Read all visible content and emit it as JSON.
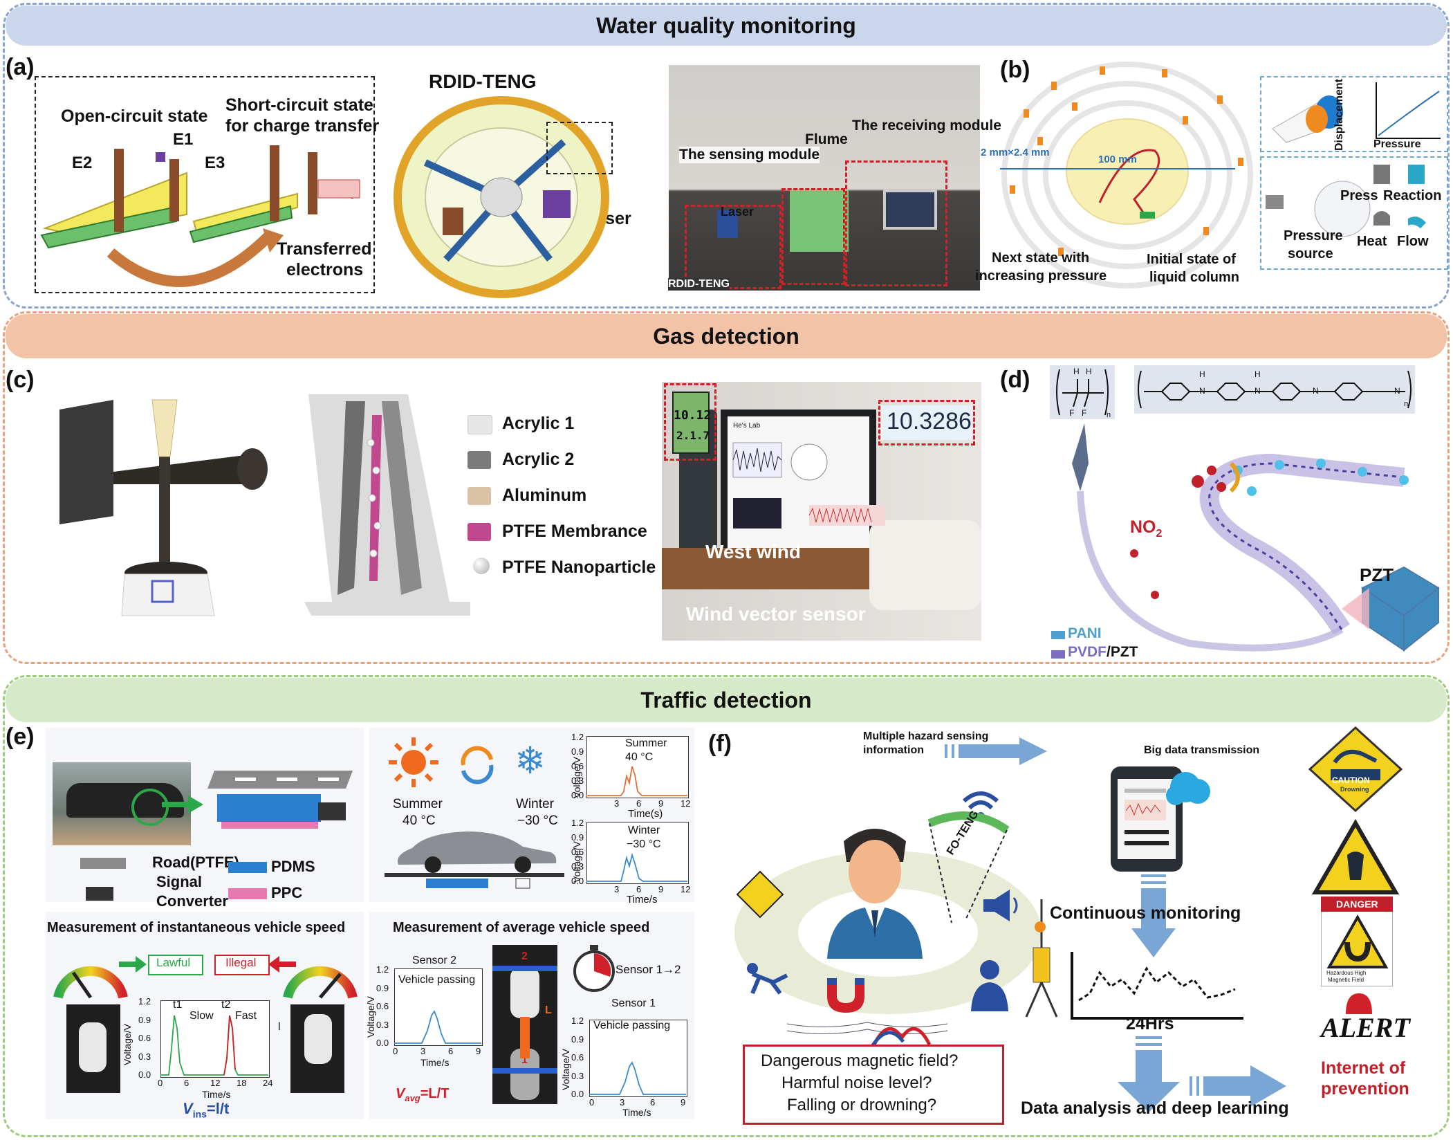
{
  "sections": {
    "water": "Water quality monitoring",
    "gas": "Gas detection",
    "traffic": "Traffic detection"
  },
  "panels": {
    "a": "(a)",
    "b": "(b)",
    "c": "(c)",
    "d": "(d)",
    "e": "(e)",
    "f": "(f)"
  },
  "a": {
    "title": "RDID-TENG",
    "open": "Open-circuit state",
    "short1": "Short-circuit state",
    "short2": "for charge transfer",
    "e1": "E1",
    "e2": "E2",
    "e3": "E3",
    "i": "I",
    "transferred1": "Transferred",
    "transferred2": "electrons",
    "laser": "Laser",
    "photo": {
      "receiving": "The receiving module",
      "flume": "Flume",
      "sensing": "The sensing module",
      "laser": "Laser",
      "rdid": "RDID-TENG"
    }
  },
  "b": {
    "dim1": "2 mm×2.4 mm",
    "dim2": "100 mm",
    "next1": "Next state with",
    "next2": "increasing pressure",
    "init1": "Initial state of",
    "init2": "liquid column",
    "displacement": "Displacement",
    "pressure": "Pressure",
    "press": "Press",
    "reaction": "Reaction",
    "psource1": "Pressure",
    "psource2": "source",
    "heat": "Heat",
    "flow": "Flow"
  },
  "c": {
    "legend": [
      "Acrylic 1",
      "Acrylic 2",
      "Aluminum",
      "PTFE Membrance",
      "PTFE Nanoparticle"
    ],
    "legend_colors": [
      "#e6e6e6",
      "#7a7a7a",
      "#d9c2a6",
      "#c0488f",
      "#f2f2f2"
    ],
    "reading": "10.3286",
    "lcd1": "10.12",
    "lcd2": "2.1.7",
    "west": "West wind",
    "sensor": "Wind vector sensor",
    "screen_title": "He's Lab"
  },
  "d": {
    "no2": "NO",
    "no2_sub": "2",
    "pzt": "PZT",
    "pani": "PANI",
    "pvdf": "PVDF",
    "pvdf_rest": "/PZT",
    "h": "H",
    "f": "F",
    "n": "n",
    "nn": "N"
  },
  "e": {
    "road": "Road(PTFE)",
    "signal1": "Signal",
    "signal2": "Converter",
    "pdms": "PDMS",
    "ppc": "PPC",
    "summer": "Summer",
    "summer_t": "40 °C",
    "winter": "Winter",
    "winter_t": "−30 °C",
    "voltage": "Voltage/V",
    "time_s": "Time(s)",
    "time_s2": "Time/s",
    "inst_title": "Measurement of instantaneous vehicle speed",
    "avg_title": "Measurement of average vehicle speed",
    "lawful": "Lawful",
    "illegal": "Illegal",
    "t1": "t1",
    "t2": "t2",
    "slow": "Slow",
    "fast": "Fast",
    "l": "l",
    "vins": "V",
    "vins_sub": "ins",
    "vins_rest": "=l/t",
    "sensor2": "Sensor 2",
    "sensor1": "Sensor 1",
    "vehicle": "Vehicle passing",
    "s12": "Sensor 1→2",
    "vavg": "V",
    "vavg_sub": "avg",
    "vavg_rest": "=L/T",
    "box1": "1",
    "box2": "2",
    "L": "L",
    "ticks_y": [
      "1.2",
      "0.9",
      "0.6",
      "0.3",
      "0.0"
    ],
    "ticks_x12": [
      "3",
      "6",
      "9",
      "12"
    ],
    "ticks_x24": [
      "0",
      "6",
      "12",
      "18",
      "24"
    ],
    "ticks_x9": [
      "0",
      "3",
      "6",
      "9"
    ]
  },
  "f": {
    "multi1": "Multiple hazard sensing",
    "multi2": "information",
    "bigdata": "Big data transmission",
    "foteng": "FO-TENG",
    "continuous": "Continuous monitoring",
    "hrs": "24Hrs",
    "q1": "Dangerous magnetic field?",
    "q2": "Harmful noise level?",
    "q3": "Falling or drowning?",
    "analysis": "Data analysis and deep learining",
    "internet1": "Internet of",
    "internet2": "prevention",
    "caution": "CAUTION",
    "drowning": "Drowning",
    "danger": "DANGER",
    "hazard1": "Hazardous High",
    "hazard2": "Magnetic Field",
    "alert": "ALERT"
  }
}
